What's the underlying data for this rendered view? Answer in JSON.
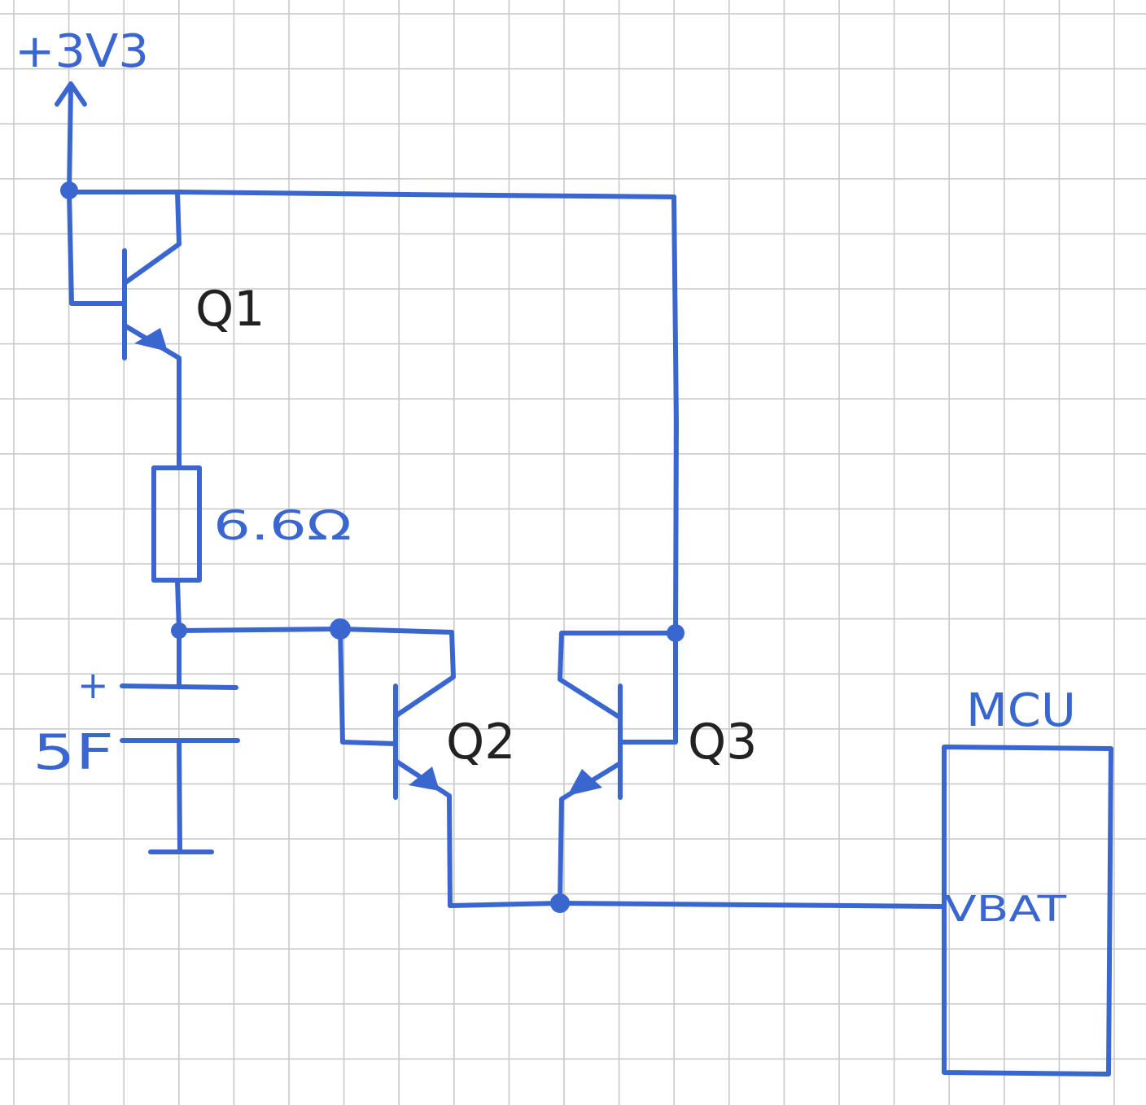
{
  "colors": {
    "ink": "#3a66d0",
    "typed_label": "#222222",
    "grid": "#c9c9c9",
    "paper": "#ffffff"
  },
  "labels": {
    "supply": "+3V3",
    "q1": "Q1",
    "q2": "Q2",
    "q3": "Q3",
    "resistor": "6.6Ω",
    "cap_plus": "+",
    "cap_value": "5F",
    "mcu": "MCU",
    "vbat": "VBAT"
  }
}
